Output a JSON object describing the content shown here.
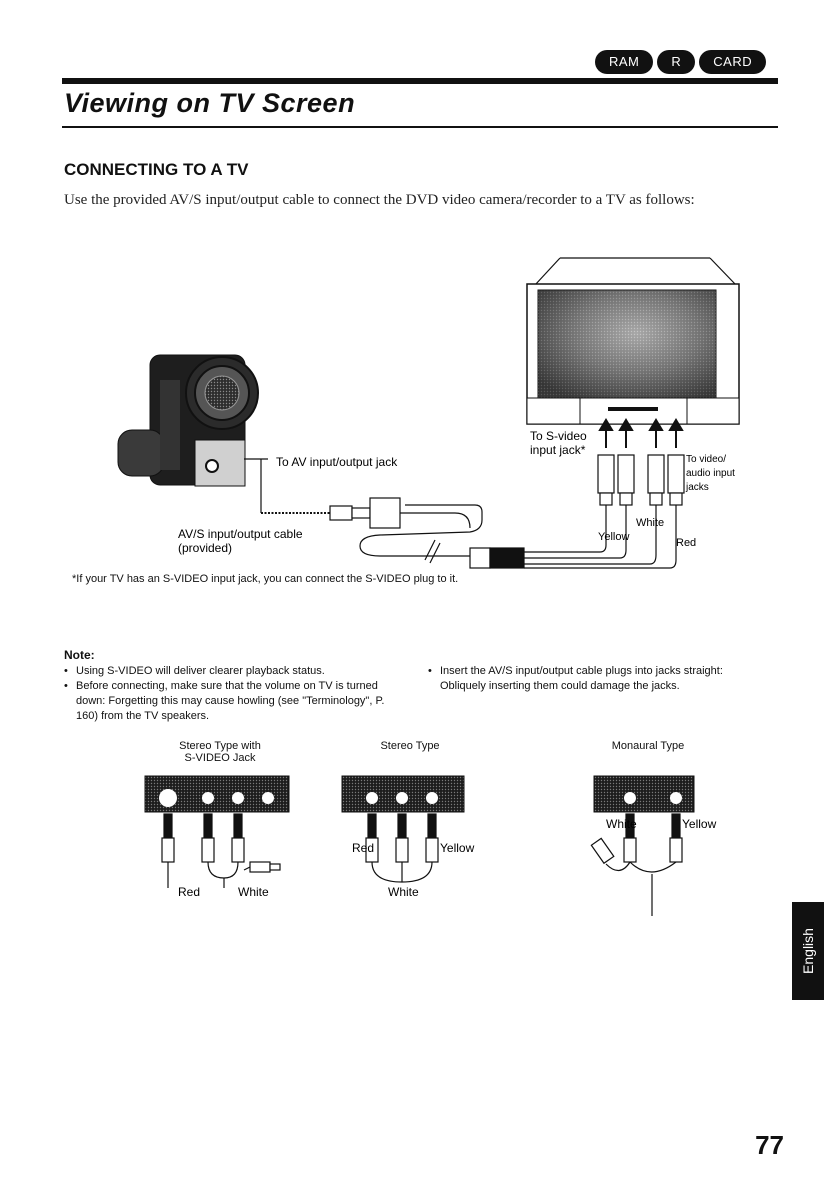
{
  "header": {
    "badges": [
      "RAM",
      "R",
      "CARD"
    ],
    "title": "Viewing on TV Screen"
  },
  "section": {
    "heading": "CONNECTING TO A TV",
    "intro": "Use the provided AV/S input/output cable to connect the DVD video camera/recorder to a TV as follows:"
  },
  "diagram": {
    "labels": {
      "av_jack": "To AV input/output jack",
      "svideo_1": "To S-video",
      "svideo_2": "input jack*",
      "video_audio_1": "To video/",
      "video_audio_2": "audio input",
      "video_audio_3": "jacks",
      "white": "White",
      "yellow": "Yellow",
      "red": "Red",
      "cable_1": "AV/S input/output cable",
      "cable_2": "(provided)"
    },
    "footnote": "*If your TV has an S-VIDEO input jack, you can connect the S-VIDEO plug to it."
  },
  "note": {
    "heading": "Note:",
    "left_items": [
      "Using S-VIDEO will deliver clearer playback status.",
      "Before connecting, make sure that the volume on TV is turned down: Forgetting this may cause howling (see \"Terminology\", P. 160) from the TV speakers."
    ],
    "right_items": [
      "Insert the AV/S input/output cable plugs into jacks straight: Obliquely inserting them could damage the jacks."
    ]
  },
  "jack_types": {
    "stereo_svideo_1": "Stereo Type with",
    "stereo_svideo_2": "S-VIDEO Jack",
    "stereo": "Stereo Type",
    "monaural": "Monaural Type",
    "labels": {
      "red_a": "Red",
      "white_a": "White",
      "red_b": "Red",
      "yellow_b": "Yellow",
      "white_b": "White",
      "white_c": "White",
      "yellow_c": "Yellow"
    }
  },
  "side_tab": "English",
  "page_number": "77",
  "colors": {
    "ink": "#111111",
    "panel": "#2a2a2a"
  }
}
